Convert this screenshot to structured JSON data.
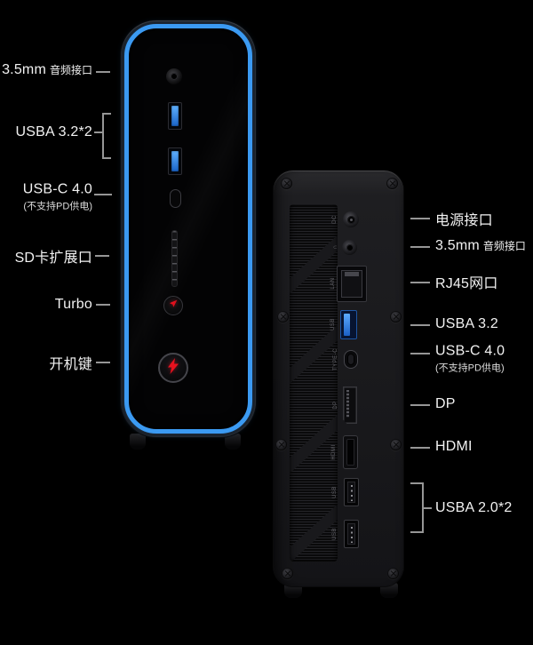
{
  "page": {
    "background": "#000000"
  },
  "colors": {
    "accent_blue": "#3b9af2",
    "usb_blue": "#2e7fe6",
    "icon_red": "#e8111e",
    "line_gray": "#969696",
    "text_main": "#f2f2f2",
    "text_sub": "#dcdcdc",
    "tag_gray": "#64646a"
  },
  "front_panel": {
    "labels": {
      "audio_big": "3.5mm",
      "audio_small": "音频接口",
      "usba": "USBA 3.2*2",
      "usbc": "USB-C 4.0",
      "usbc_sub": "(不支持PD供电)",
      "sd": "SD卡扩展口",
      "turbo": "Turbo",
      "power": "开机键"
    }
  },
  "rear_panel": {
    "labels": {
      "dc": "电源接口",
      "audio_big": "3.5mm",
      "audio_small": "音频接口",
      "lan": "RJ45网口",
      "usba32": "USBA 3.2",
      "usbc": "USB-C 4.0",
      "usbc_sub": "(不支持PD供电)",
      "dp": "DP",
      "hdmi": "HDMI",
      "usba20": "USBA 2.0*2"
    },
    "port_tags": {
      "dc": "DC",
      "headphone": "∩",
      "lan": "LAN",
      "usb32": "USB",
      "typec": "TYPE-C",
      "dp": "DP",
      "hdmi": "HDMI",
      "usb20a": "USB",
      "usb20b": "USB"
    }
  }
}
